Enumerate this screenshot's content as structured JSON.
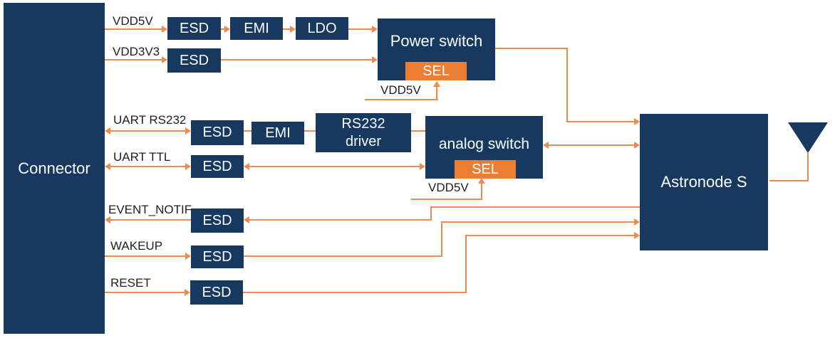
{
  "colors": {
    "navy": "#17395f",
    "orange": "#ed7d31",
    "wire": "#ed8a50",
    "label": "#1e1e1e",
    "block_text": "#fdfdfd",
    "background": "#ffffff"
  },
  "blocks": {
    "connector": "Connector",
    "esd": "ESD",
    "emi": "EMI",
    "ldo": "LDO",
    "power_switch": "Power switch",
    "sel": "SEL",
    "rs232_driver": "RS232 driver",
    "analog_switch": "analog switch",
    "astronode": "Astronode S"
  },
  "signals": {
    "vdd5v": "VDD5V",
    "vdd3v3": "VDD3V3",
    "uart_rs232": "UART RS232",
    "uart_ttl": "UART TTL",
    "event_notif": "EVENT_NOTIF",
    "wakeup": "WAKEUP",
    "reset": "RESET"
  }
}
